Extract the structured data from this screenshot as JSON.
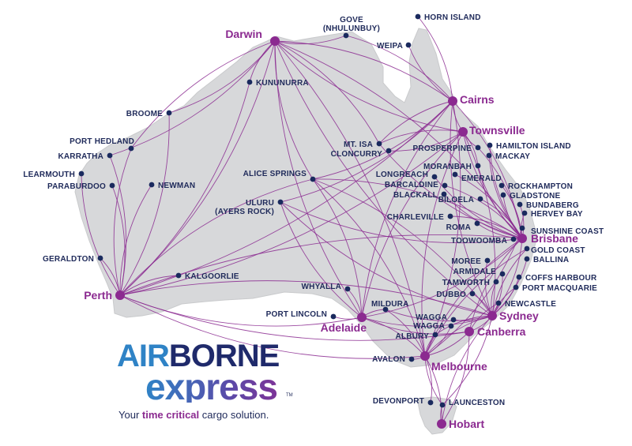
{
  "colors": {
    "route": "#8b2a90",
    "hub": "#8b2a90",
    "city": "#1a2a5e",
    "land": "#d7d8da",
    "label": "#1f2a5a"
  },
  "hubs": [
    {
      "id": "darwin",
      "name": "Darwin"
    },
    {
      "id": "cairns",
      "name": "Cairns"
    },
    {
      "id": "townsville",
      "name": "Townsville"
    },
    {
      "id": "brisbane",
      "name": "Brisbane"
    },
    {
      "id": "sydney",
      "name": "Sydney"
    },
    {
      "id": "canberra",
      "name": "Canberra"
    },
    {
      "id": "melbourne",
      "name": "Melbourne"
    },
    {
      "id": "adelaide",
      "name": "Adelaide"
    },
    {
      "id": "perth",
      "name": "Perth"
    },
    {
      "id": "hobart",
      "name": "Hobart"
    }
  ],
  "cities": [
    {
      "id": "gove",
      "name": "GOVE (NHULUNBUY)"
    },
    {
      "id": "horn_island",
      "name": "HORN ISLAND"
    },
    {
      "id": "weipa",
      "name": "WEIPA"
    },
    {
      "id": "kununurra",
      "name": "KUNUNURRA"
    },
    {
      "id": "broome",
      "name": "BROOME"
    },
    {
      "id": "port_hedland",
      "name": "PORT HEDLAND"
    },
    {
      "id": "karratha",
      "name": "KARRATHA"
    },
    {
      "id": "learmouth",
      "name": "LEARMOUTH"
    },
    {
      "id": "paraburdoo",
      "name": "PARABURDOO"
    },
    {
      "id": "newman",
      "name": "NEWMAN"
    },
    {
      "id": "geraldton",
      "name": "GERALDTON"
    },
    {
      "id": "kalgoorlie",
      "name": "KALGOORLIE"
    },
    {
      "id": "alice_springs",
      "name": "ALICE SPRINGS"
    },
    {
      "id": "uluru",
      "name": "ULURU (AYERS ROCK)"
    },
    {
      "id": "mt_isa",
      "name": "MT. ISA"
    },
    {
      "id": "cloncurry",
      "name": "CLONCURRY"
    },
    {
      "id": "longreach",
      "name": "LONGREACH"
    },
    {
      "id": "barcaldine",
      "name": "BARCALDINE"
    },
    {
      "id": "blackall",
      "name": "BLACKALL"
    },
    {
      "id": "charleville",
      "name": "CHARLEVILLE"
    },
    {
      "id": "roma",
      "name": "ROMA"
    },
    {
      "id": "toowoomba",
      "name": "TOOWOOMBA"
    },
    {
      "id": "proserpine",
      "name": "PROSPERPINE"
    },
    {
      "id": "moranbah",
      "name": "MORANBAH"
    },
    {
      "id": "emerald",
      "name": "EMERALD"
    },
    {
      "id": "biloela",
      "name": "BILOELA"
    },
    {
      "id": "hamilton_island",
      "name": "HAMILTON ISLAND"
    },
    {
      "id": "mackay",
      "name": "MACKAY"
    },
    {
      "id": "rockhampton",
      "name": "ROCKHAMPTON"
    },
    {
      "id": "gladstone",
      "name": "GLADSTONE"
    },
    {
      "id": "bundaberg",
      "name": "BUNDABERG"
    },
    {
      "id": "hervey_bay",
      "name": "HERVEY BAY"
    },
    {
      "id": "sunshine_coast",
      "name": "SUNSHINE COAST"
    },
    {
      "id": "gold_coast",
      "name": "GOLD COAST"
    },
    {
      "id": "ballina",
      "name": "BALLINA"
    },
    {
      "id": "coffs_harbour",
      "name": "COFFS HARBOUR"
    },
    {
      "id": "port_macquarie",
      "name": "PORT MACQUARIE"
    },
    {
      "id": "newcastle",
      "name": "NEWCASTLE"
    },
    {
      "id": "moree",
      "name": "MOREE"
    },
    {
      "id": "armidale",
      "name": "ARMIDALE"
    },
    {
      "id": "tamworth",
      "name": "TAMWORTH"
    },
    {
      "id": "dubbo",
      "name": "DUBBO"
    },
    {
      "id": "whyalla",
      "name": "WHYALLA"
    },
    {
      "id": "port_lincoln",
      "name": "PORT LINCOLN"
    },
    {
      "id": "mildura",
      "name": "MILDURA"
    },
    {
      "id": "wagga1",
      "name": "WAGGA"
    },
    {
      "id": "wagga2",
      "name": "WAGGA"
    },
    {
      "id": "albury",
      "name": "ALBURY"
    },
    {
      "id": "avalon",
      "name": "AVALON"
    },
    {
      "id": "devonport",
      "name": "DEVONPORT"
    },
    {
      "id": "launceston",
      "name": "LAUNCESTON"
    }
  ],
  "routes": [
    [
      "darwin",
      "gove"
    ],
    [
      "darwin",
      "cairns"
    ],
    [
      "darwin",
      "townsville"
    ],
    [
      "darwin",
      "brisbane"
    ],
    [
      "darwin",
      "sydney"
    ],
    [
      "darwin",
      "melbourne"
    ],
    [
      "darwin",
      "adelaide"
    ],
    [
      "darwin",
      "perth"
    ],
    [
      "darwin",
      "kununurra"
    ],
    [
      "darwin",
      "broome"
    ],
    [
      "darwin",
      "alice_springs"
    ],
    [
      "darwin",
      "mt_isa"
    ],
    [
      "darwin",
      "port_hedland"
    ],
    [
      "darwin",
      "karratha"
    ],
    [
      "cairns",
      "horn_island"
    ],
    [
      "cairns",
      "weipa"
    ],
    [
      "cairns",
      "townsville"
    ],
    [
      "cairns",
      "brisbane"
    ],
    [
      "cairns",
      "sydney"
    ],
    [
      "cairns",
      "melbourne"
    ],
    [
      "cairns",
      "adelaide"
    ],
    [
      "cairns",
      "perth"
    ],
    [
      "cairns",
      "mt_isa"
    ],
    [
      "cairns",
      "alice_springs"
    ],
    [
      "cairns",
      "gove"
    ],
    [
      "cairns",
      "uluru"
    ],
    [
      "townsville",
      "brisbane"
    ],
    [
      "townsville",
      "sydney"
    ],
    [
      "townsville",
      "melbourne"
    ],
    [
      "townsville",
      "perth"
    ],
    [
      "townsville",
      "mt_isa"
    ],
    [
      "townsville",
      "cloncurry"
    ],
    [
      "townsville",
      "adelaide"
    ],
    [
      "townsville",
      "moranbah"
    ],
    [
      "townsville",
      "proserpine"
    ],
    [
      "brisbane",
      "sydney"
    ],
    [
      "brisbane",
      "melbourne"
    ],
    [
      "brisbane",
      "adelaide"
    ],
    [
      "brisbane",
      "perth"
    ],
    [
      "brisbane",
      "longreach"
    ],
    [
      "brisbane",
      "barcaldine"
    ],
    [
      "brisbane",
      "blackall"
    ],
    [
      "brisbane",
      "charleville"
    ],
    [
      "brisbane",
      "roma"
    ],
    [
      "brisbane",
      "emerald"
    ],
    [
      "brisbane",
      "moranbah"
    ],
    [
      "brisbane",
      "biloela"
    ],
    [
      "brisbane",
      "mackay"
    ],
    [
      "brisbane",
      "rockhampton"
    ],
    [
      "brisbane",
      "gladstone"
    ],
    [
      "brisbane",
      "bundaberg"
    ],
    [
      "brisbane",
      "hamilton_island"
    ],
    [
      "brisbane",
      "proserpine"
    ],
    [
      "brisbane",
      "mt_isa"
    ],
    [
      "brisbane",
      "canberra"
    ],
    [
      "brisbane",
      "hervey_bay"
    ],
    [
      "brisbane",
      "alice_springs"
    ],
    [
      "brisbane",
      "uluru"
    ],
    [
      "sydney",
      "melbourne"
    ],
    [
      "sydney",
      "adelaide"
    ],
    [
      "sydney",
      "perth"
    ],
    [
      "sydney",
      "canberra"
    ],
    [
      "sydney",
      "dubbo"
    ],
    [
      "sydney",
      "moree"
    ],
    [
      "sydney",
      "armidale"
    ],
    [
      "sydney",
      "tamworth"
    ],
    [
      "sydney",
      "coffs_harbour"
    ],
    [
      "sydney",
      "port_macquarie"
    ],
    [
      "sydney",
      "ballina"
    ],
    [
      "sydney",
      "gold_coast"
    ],
    [
      "sydney",
      "newcastle"
    ],
    [
      "sydney",
      "wagga1"
    ],
    [
      "sydney",
      "albury"
    ],
    [
      "sydney",
      "mildura"
    ],
    [
      "sydney",
      "hobart"
    ],
    [
      "sydney",
      "launceston"
    ],
    [
      "sydney",
      "alice_springs"
    ],
    [
      "sydney",
      "uluru"
    ],
    [
      "melbourne",
      "adelaide"
    ],
    [
      "melbourne",
      "perth"
    ],
    [
      "melbourne",
      "canberra"
    ],
    [
      "melbourne",
      "hobart"
    ],
    [
      "melbourne",
      "launceston"
    ],
    [
      "melbourne",
      "devonport"
    ],
    [
      "melbourne",
      "mildura"
    ],
    [
      "melbourne",
      "albury"
    ],
    [
      "melbourne",
      "wagga2"
    ],
    [
      "melbourne",
      "avalon"
    ],
    [
      "melbourne",
      "alice_springs"
    ],
    [
      "melbourne",
      "gold_coast"
    ],
    [
      "melbourne",
      "sunshine_coast"
    ],
    [
      "adelaide",
      "perth"
    ],
    [
      "adelaide",
      "whyalla"
    ],
    [
      "adelaide",
      "port_lincoln"
    ],
    [
      "adelaide",
      "alice_springs"
    ],
    [
      "adelaide",
      "mildura"
    ],
    [
      "adelaide",
      "canberra"
    ],
    [
      "adelaide",
      "uluru"
    ],
    [
      "perth",
      "broome"
    ],
    [
      "perth",
      "port_hedland"
    ],
    [
      "perth",
      "karratha"
    ],
    [
      "perth",
      "learmouth"
    ],
    [
      "perth",
      "paraburdoo"
    ],
    [
      "perth",
      "newman"
    ],
    [
      "perth",
      "geraldton"
    ],
    [
      "perth",
      "kalgoorlie"
    ],
    [
      "perth",
      "kununurra"
    ],
    [
      "perth",
      "alice_springs"
    ],
    [
      "perth",
      "canberra"
    ],
    [
      "hobart",
      "launceston"
    ],
    [
      "hobart",
      "canberra"
    ],
    [
      "canberra",
      "newcastle"
    ]
  ],
  "logo": {
    "air": "AIR",
    "borne": "BORNE",
    "express": "express",
    "tm": "TM"
  },
  "tagline": {
    "pre": "Your ",
    "bold": "time critical",
    "post": " cargo solution."
  }
}
